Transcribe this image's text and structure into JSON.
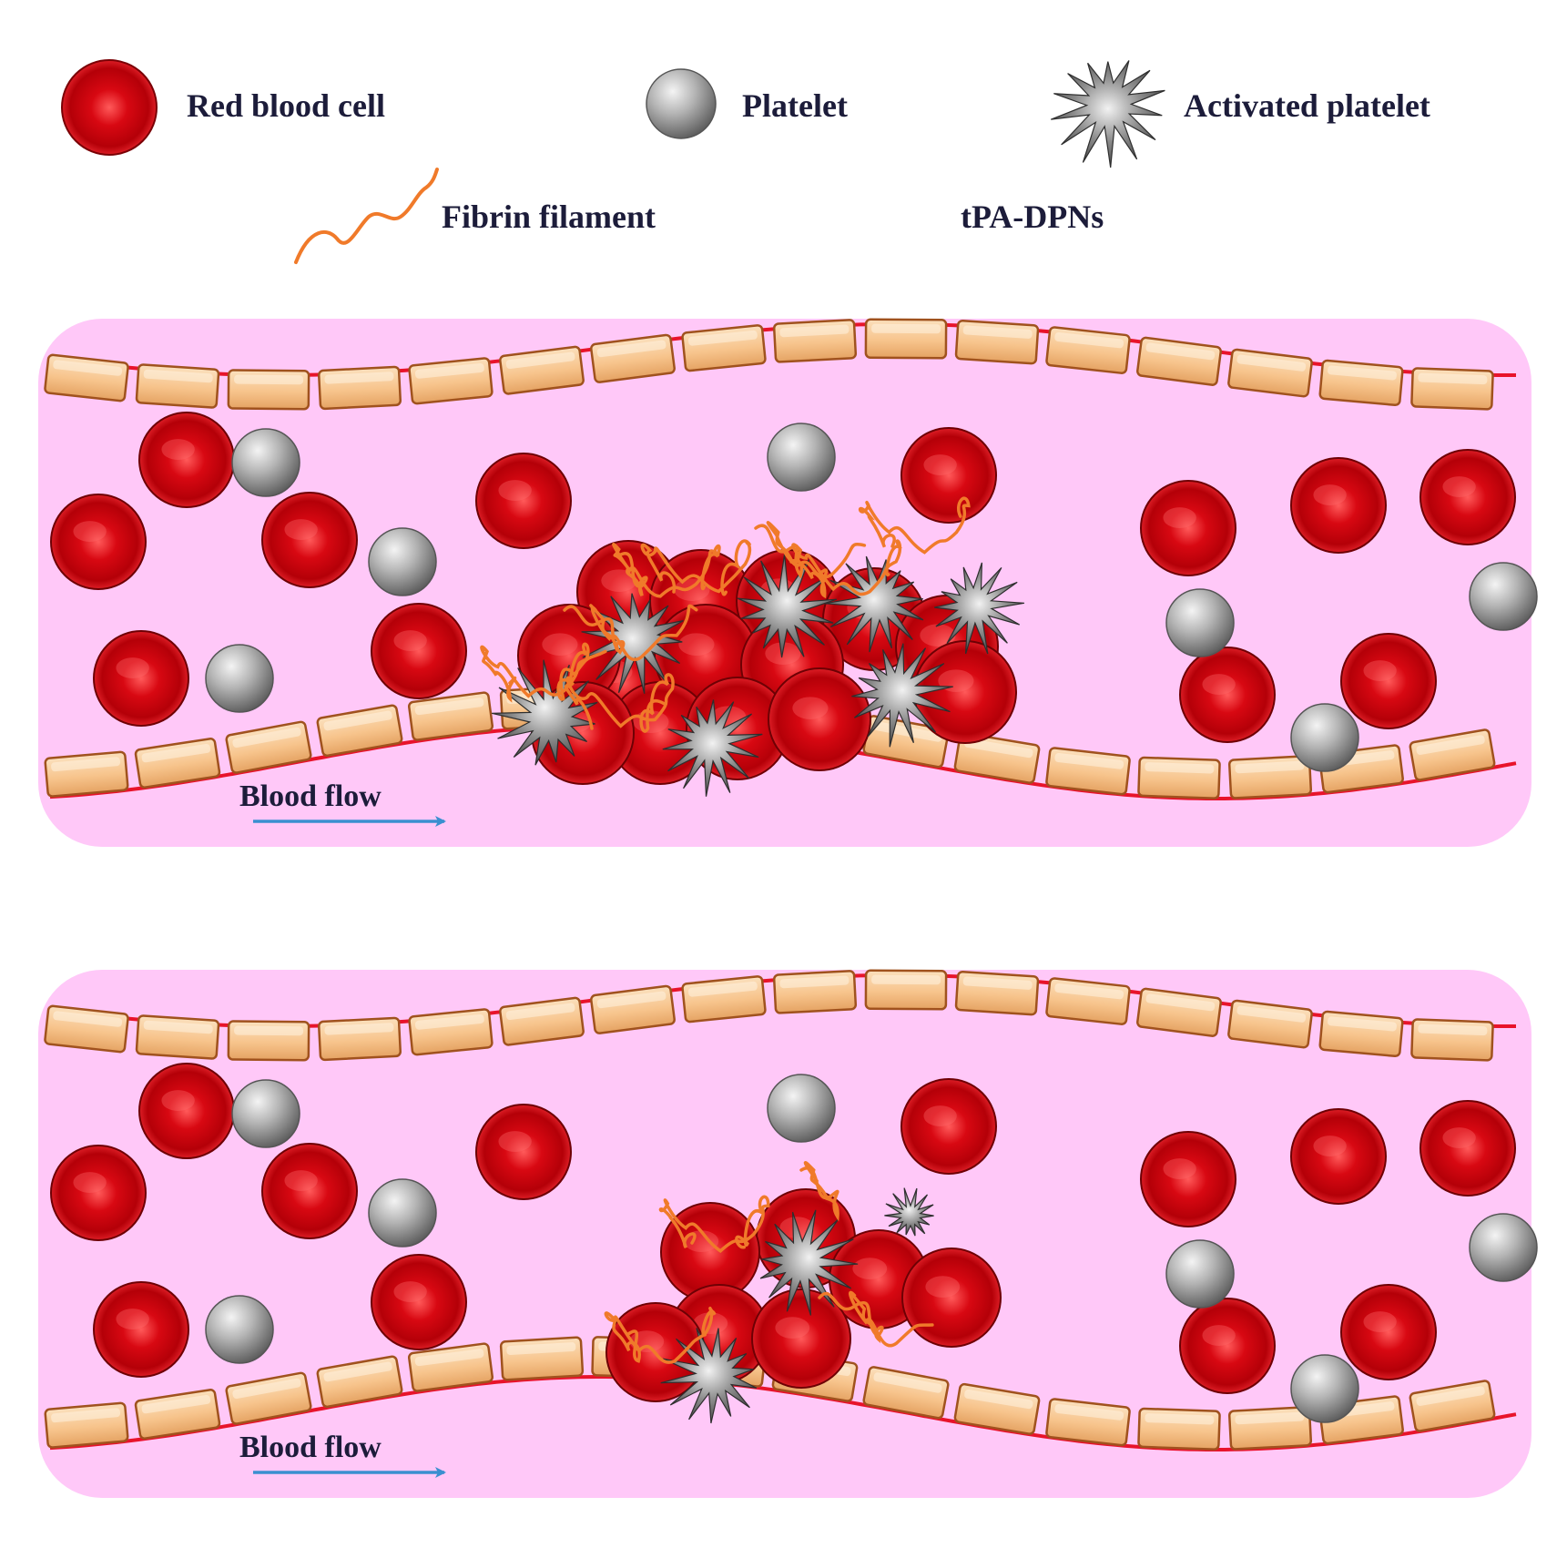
{
  "legend": {
    "red_blood_cell": "Red blood  cell",
    "platelet": "Platelet",
    "activated_platelet": "Activated platelet",
    "fibrin_filament": "Fibrin  filament",
    "tpa_dpns": "tPA-DPNs"
  },
  "panels": [
    {
      "flow_label": "Blood flow",
      "clot": "large"
    },
    {
      "flow_label": "Blood flow",
      "clot": "small"
    }
  ],
  "colors": {
    "plasma": "#ffc8f8",
    "vessel_wall": "#e8132b",
    "endothelial_cell": "#f7c48c",
    "red_blood_cell": "#c8000c",
    "platelet": "#9a9a9a",
    "activated_platelet": "#6a6a6a",
    "fibrin": "#f07a2a",
    "flow_arrow": "#3a8fd0"
  }
}
